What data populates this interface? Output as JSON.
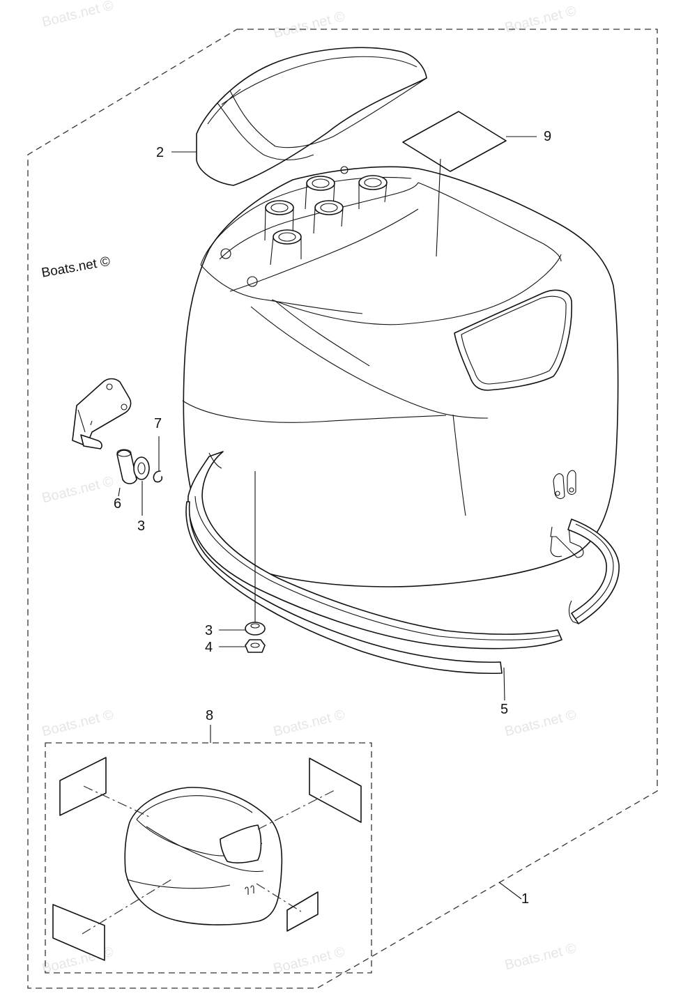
{
  "watermark": "Boats.net ©",
  "callouts": {
    "c1": "1",
    "c2": "2",
    "c3a": "3",
    "c3b": "3",
    "c4": "4",
    "c5": "5",
    "c6": "6",
    "c7": "7",
    "c8": "8",
    "c9": "9"
  }
}
